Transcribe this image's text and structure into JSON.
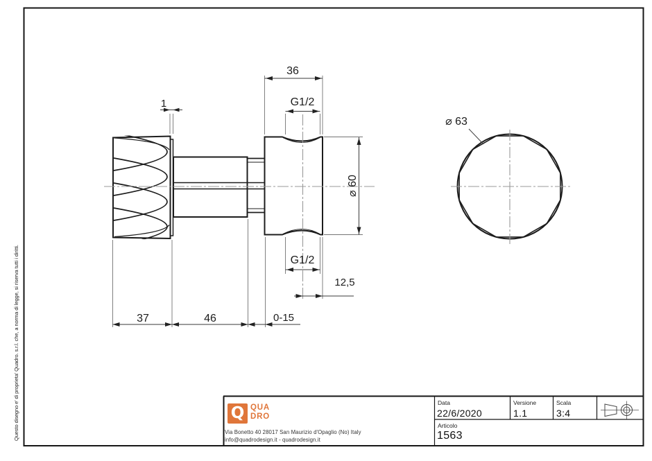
{
  "sheet": {
    "ownership_note": "Questo disegno e' di proprieta' Quadro. s.r.l. che, a norma di legge, si riserva tutti i diritti."
  },
  "dimensions": {
    "plate_thickness": "1",
    "body_width": "36",
    "thread_top": "G1/2",
    "body_diameter": "⌀ 60",
    "thread_bottom": "G1/2",
    "edge_offset": "12,5",
    "knob_depth": "37",
    "shaft_length": "46",
    "adjustment_range": "0-15",
    "knob_diameter": "⌀ 63"
  },
  "title_block": {
    "logo": {
      "monogram": "Q",
      "word_top": "QUA",
      "word_bottom": "DRO",
      "accent_color": "#e0763a"
    },
    "address_line1": "Via Bonetto 40  28017 San Maurizio d'Opaglio (No) Italy",
    "address_line2": "info@quadrodesign.it  -  quadrodesign.it",
    "data": {
      "label": "Data",
      "value": "22/6/2020"
    },
    "versione": {
      "label": "Versione",
      "value": "1.1"
    },
    "scala": {
      "label": "Scala",
      "value": "3:4"
    },
    "articolo": {
      "label": "Articolo",
      "value": "1563"
    }
  }
}
